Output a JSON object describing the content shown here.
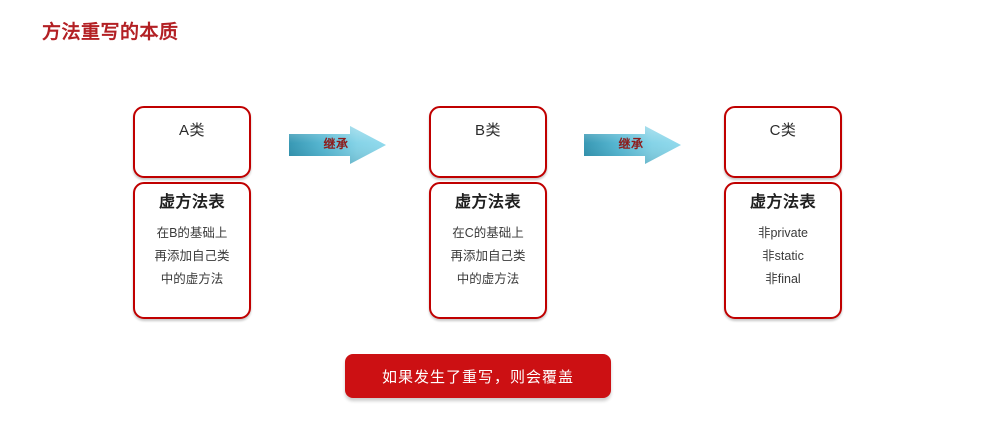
{
  "slide": {
    "title": "方法重写的本质",
    "title_color": "#B32024",
    "background": "#ffffff"
  },
  "classes": [
    {
      "name": "A类",
      "vtable_title": "虚方法表",
      "vtable_lines": [
        "在B的基础上",
        "再添加自己类",
        "中的虚方法"
      ]
    },
    {
      "name": "B类",
      "vtable_title": "虚方法表",
      "vtable_lines": [
        "在C的基础上",
        "再添加自己类",
        "中的虚方法"
      ]
    },
    {
      "name": "C类",
      "vtable_title": "虚方法表",
      "vtable_lines": [
        "非private",
        "非static",
        "非final"
      ]
    }
  ],
  "arrows": [
    {
      "label": "继承",
      "icon": "right-arrow-icon"
    },
    {
      "label": "继承",
      "icon": "right-arrow-icon"
    }
  ],
  "banner": {
    "text": "如果发生了重写，则会覆盖",
    "background": "#CC1013",
    "text_color": "#ffffff"
  },
  "colors": {
    "box_border": "#C00000",
    "arrow_dark": "#2E93B0",
    "arrow_light": "#8BD8EC",
    "body_text": "#3a3a3a"
  }
}
